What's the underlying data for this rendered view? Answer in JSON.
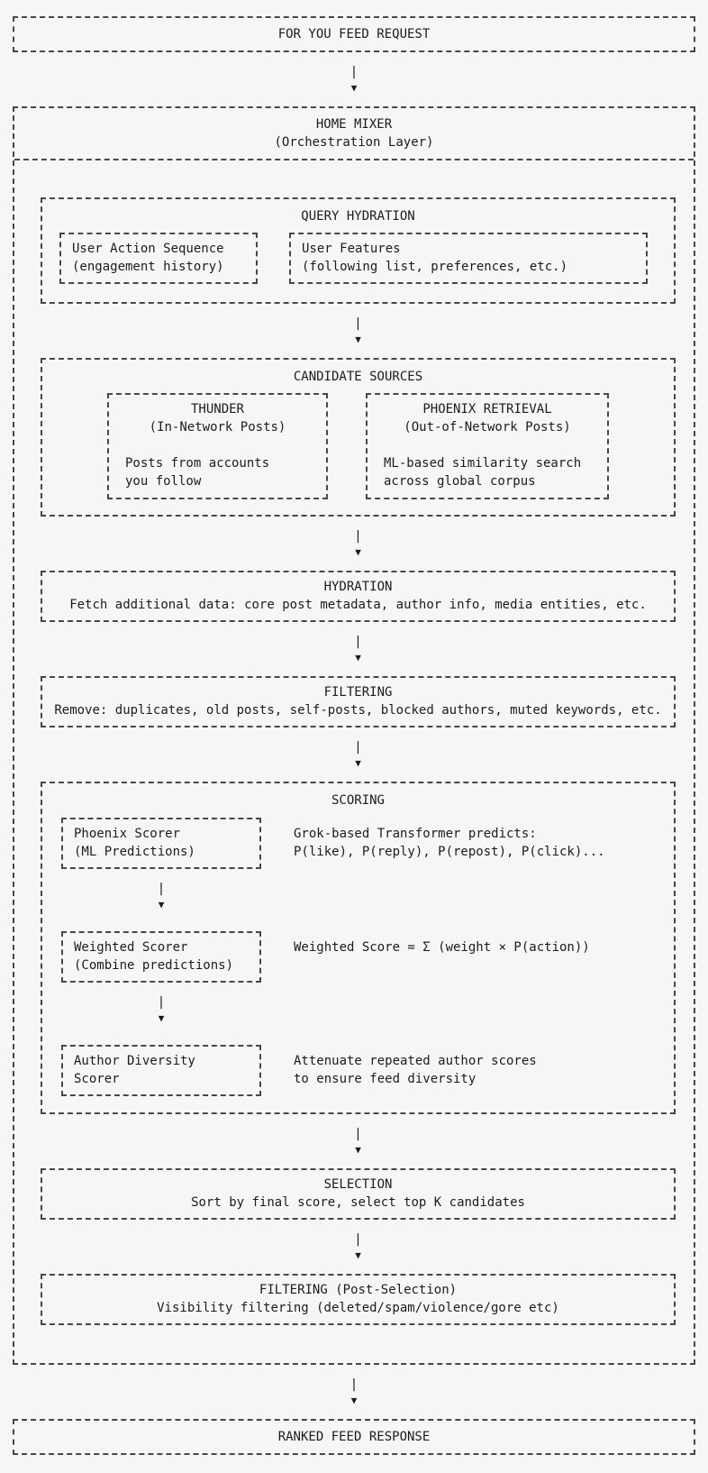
{
  "colors": {
    "background": "#f5f6f8",
    "border": "#47484a",
    "text": "#1b1c1e"
  },
  "arrow": {
    "bar": "|",
    "head": "▼"
  },
  "top_box": {
    "title": "FOR YOU FEED REQUEST"
  },
  "home_mixer": {
    "title": "HOME MIXER",
    "subtitle": "(Orchestration Layer)"
  },
  "query_hydration": {
    "title": "QUERY HYDRATION",
    "items": [
      {
        "line1": "User Action Sequence",
        "line2": "(engagement history)"
      },
      {
        "line1": "User Features",
        "line2": "(following list, preferences, etc.)"
      }
    ]
  },
  "candidate_sources": {
    "title": "CANDIDATE SOURCES",
    "items": [
      {
        "name": "THUNDER",
        "type": "(In-Network Posts)",
        "desc1": "Posts from accounts",
        "desc2": "you follow"
      },
      {
        "name": "PHOENIX RETRIEVAL",
        "type": "(Out-of-Network Posts)",
        "desc1": "ML-based similarity search",
        "desc2": "across global corpus"
      }
    ]
  },
  "hydration": {
    "title": "HYDRATION",
    "desc": "Fetch additional data: core post metadata, author info, media entities, etc."
  },
  "filtering": {
    "title": "FILTERING",
    "desc": "Remove: duplicates, old posts, self-posts, blocked authors, muted keywords, etc."
  },
  "scoring": {
    "title": "SCORING",
    "steps": [
      {
        "box1": "Phoenix Scorer",
        "box2": "(ML Predictions)",
        "desc1": "Grok-based Transformer predicts:",
        "desc2": "P(like), P(reply), P(repost), P(click)..."
      },
      {
        "box1": "Weighted Scorer",
        "box2": "(Combine predictions)",
        "desc1": "Weighted Score = Σ (weight × P(action))",
        "desc2": ""
      },
      {
        "box1": "Author Diversity",
        "box2": "Scorer",
        "desc1": "Attenuate repeated author scores",
        "desc2": "to ensure feed diversity"
      }
    ]
  },
  "selection": {
    "title": "SELECTION",
    "desc": "Sort by final score, select top K candidates"
  },
  "post_filtering": {
    "title": "FILTERING (Post-Selection)",
    "desc": "Visibility filtering (deleted/spam/violence/gore etc)"
  },
  "ranked_response": {
    "title": "RANKED FEED RESPONSE"
  }
}
